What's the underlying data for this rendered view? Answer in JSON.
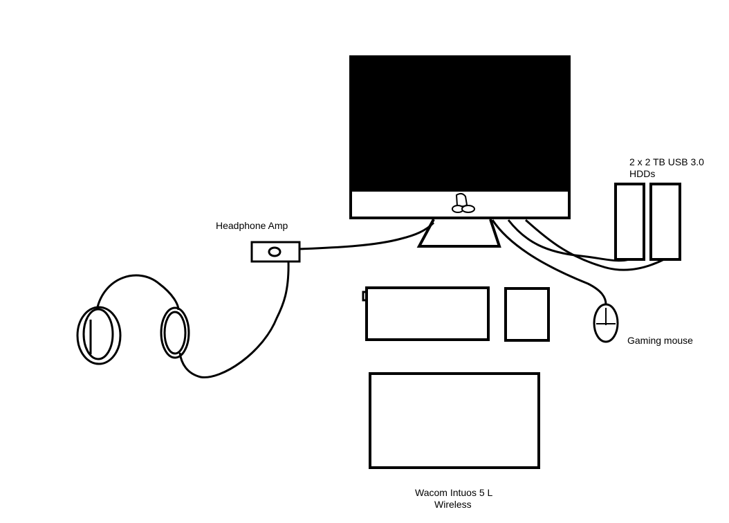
{
  "labels": {
    "headphone_amp": "Headphone Amp",
    "hdds_line1": "2 x 2 TB USB 3.0",
    "hdds_line2": "HDDs",
    "gaming_mouse": "Gaming mouse",
    "tablet_line1": "Wacom Intuos 5 L",
    "tablet_line2": "Wireless"
  },
  "colors": {
    "ink": "#000000",
    "background": "#ffffff"
  }
}
